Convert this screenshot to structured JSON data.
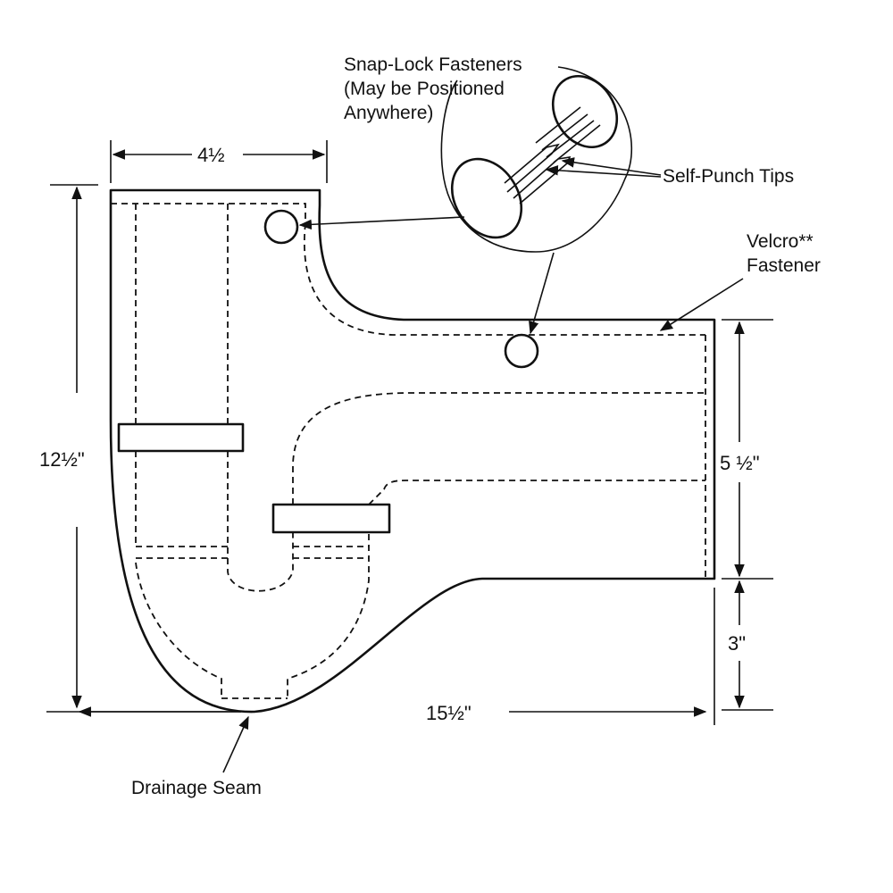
{
  "labels": {
    "snap_lock_1": "Snap-Lock Fasteners",
    "snap_lock_2": "(May be Positioned",
    "snap_lock_3": "Anywhere)",
    "self_punch": "Self-Punch Tips",
    "velcro_1": "Velcro**",
    "velcro_2": "Fastener",
    "drainage_seam": "Drainage Seam"
  },
  "dimensions": {
    "top_width": "4½",
    "total_height": "12½\"",
    "outlet_height": "5 ½\"",
    "bottom_gap": "3\"",
    "total_width": "15½\""
  },
  "colors": {
    "line": "#111111",
    "background": "#ffffff"
  }
}
